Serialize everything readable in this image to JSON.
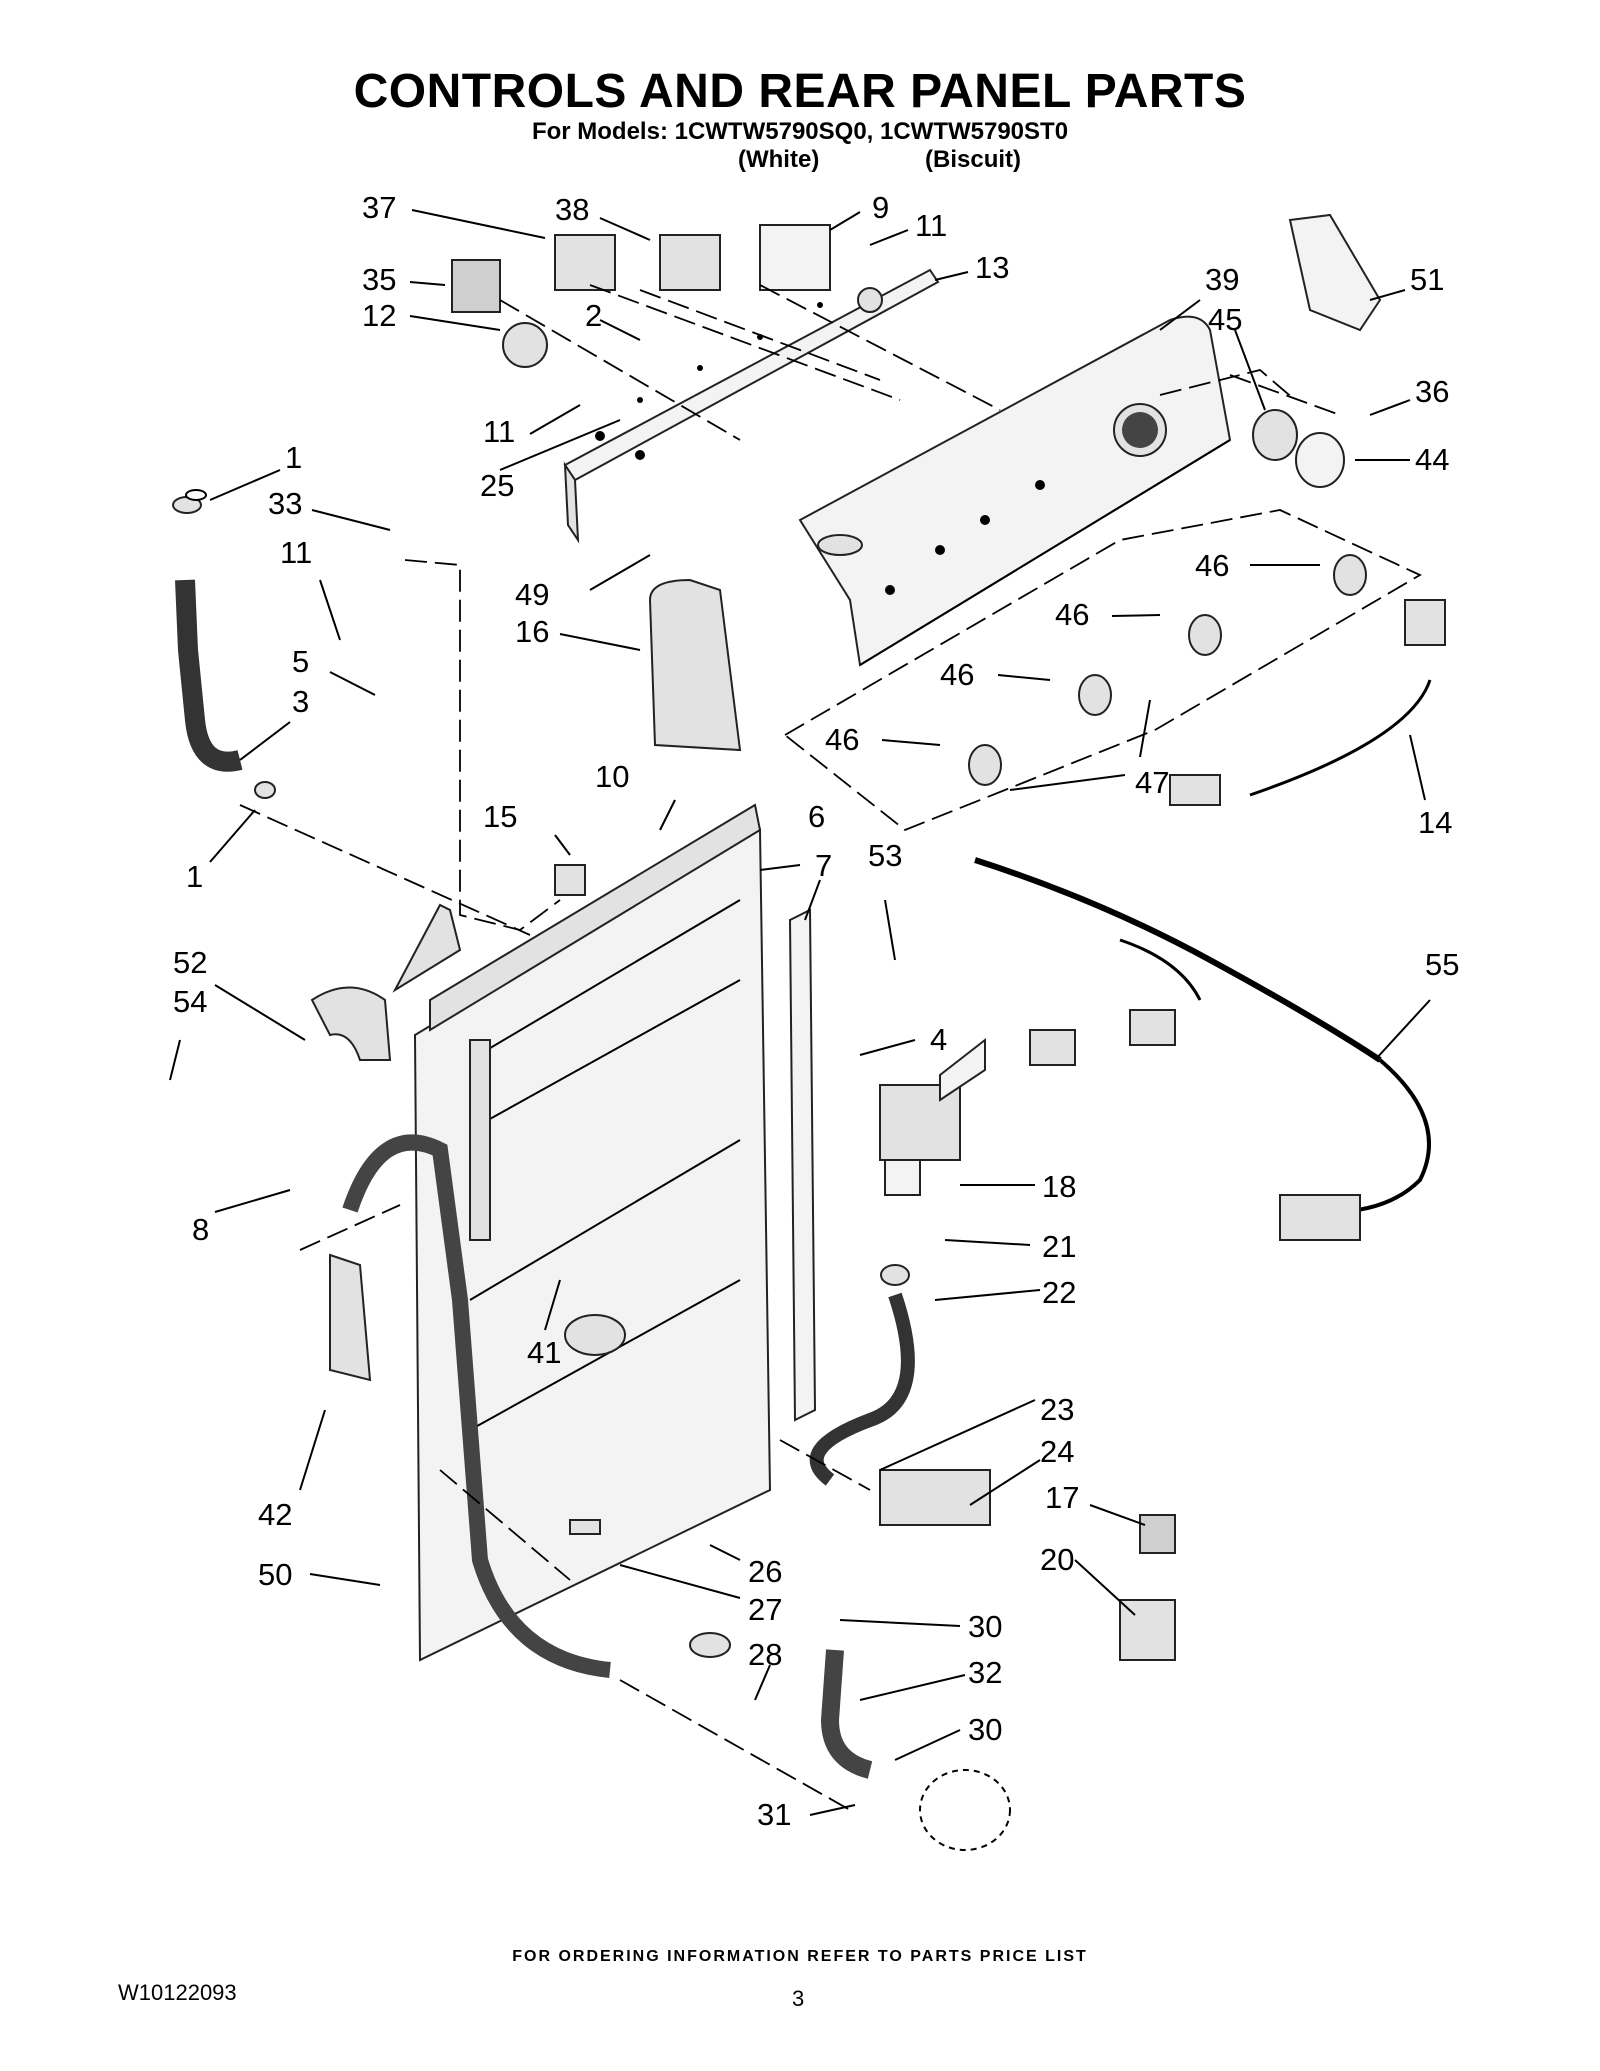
{
  "header": {
    "title": "CONTROLS AND REAR PANEL PARTS",
    "models": "For Models: 1CWTW5790SQ0, 1CWTW5790ST0",
    "color_white": "(White)",
    "color_biscuit": "(Biscuit)"
  },
  "callouts": {
    "c37": "37",
    "c38": "38",
    "c9": "9",
    "c11a": "11",
    "c13": "13",
    "c35": "35",
    "c2": "2",
    "c12": "12",
    "c11b": "11",
    "c25": "25",
    "c39": "39",
    "c45": "45",
    "c51": "51",
    "c36": "36",
    "c44": "44",
    "c1a": "1",
    "c33": "33",
    "c11c": "11",
    "c49": "49",
    "c16": "16",
    "c46a": "46",
    "c46b": "46",
    "c46c": "46",
    "c46d": "46",
    "c5": "5",
    "c3": "3",
    "c1b": "1",
    "c10": "10",
    "c15": "15",
    "c6": "6",
    "c47": "47",
    "c14": "14",
    "c7": "7",
    "c53": "53",
    "c52": "52",
    "c54": "54",
    "c55": "55",
    "c4": "4",
    "c8": "8",
    "c18": "18",
    "c21": "21",
    "c22": "22",
    "c41": "41",
    "c42": "42",
    "c23": "23",
    "c24": "24",
    "c17": "17",
    "c20": "20",
    "c26": "26",
    "c50": "50",
    "c27": "27",
    "c28": "28",
    "c30a": "30",
    "c32": "32",
    "c30b": "30",
    "c31": "31"
  },
  "footer": {
    "ordering_note": "FOR ORDERING INFORMATION REFER TO PARTS PRICE LIST",
    "doc_number": "W10122093",
    "page_number": "3"
  }
}
